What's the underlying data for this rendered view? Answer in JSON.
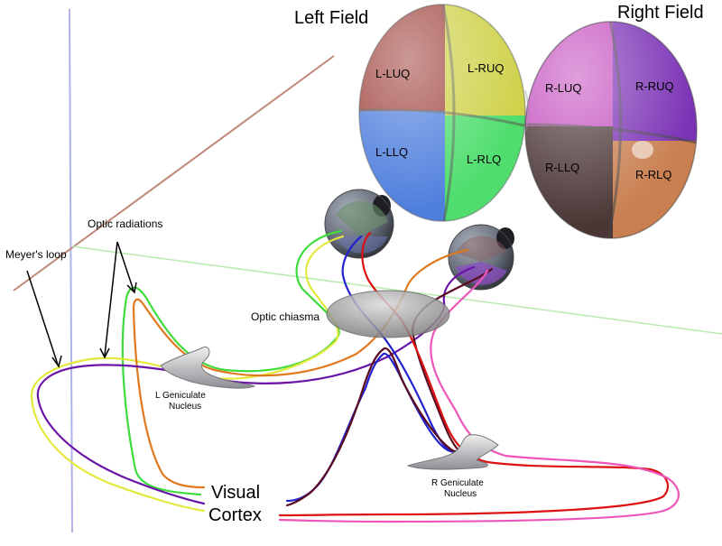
{
  "fields": {
    "left_title": "Left Field",
    "right_title": "Right Field",
    "left_quadrants": {
      "luq": "L-LUQ",
      "ruq": "L-RUQ",
      "llq": "L-LLQ",
      "rlq": "L-RLQ"
    },
    "right_quadrants": {
      "luq": "R-LUQ",
      "ruq": "R-RUQ",
      "llq": "R-LLQ",
      "rlq": "R-RLQ"
    }
  },
  "labels": {
    "optic_radiations": "Optic radiations",
    "meyers_loop": "Meyer's loop",
    "optic_chiasma": "Optic chiasma",
    "l_geniculate_1": "L Geniculate",
    "l_geniculate_2": "Nucleus",
    "r_geniculate_1": "R Geniculate",
    "r_geniculate_2": "Nucleus",
    "visual_cortex_1": "Visual",
    "visual_cortex_2": "Cortex"
  },
  "colors": {
    "l_luq": "#a0453f",
    "l_ruq": "#cfd24a",
    "l_llq": "#4f7fdd",
    "l_rlq": "#4fde6e",
    "r_luq": "#c44fbf",
    "r_ruq": "#7b32b5",
    "r_llq": "#4b3535",
    "r_rlq": "#c97f50",
    "green": "#3ddc3d",
    "yellow": "#e4e83a",
    "orange": "#e0781e",
    "purple": "#6a14a6",
    "blue": "#2222cc",
    "darkred": "#5a0b1e",
    "red": "#dd1111",
    "pink": "#ee55bb"
  }
}
